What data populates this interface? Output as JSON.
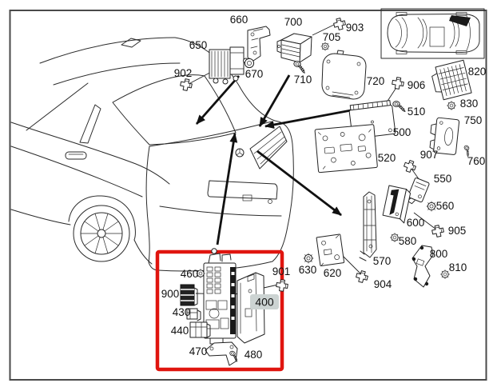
{
  "colors": {
    "background": "#ffffff",
    "frame_border": "#4a4a4a",
    "line": "#222222",
    "red_box": "#e0150f",
    "badge_bg": "#ccd3d2",
    "label": "#111111"
  },
  "parts": {
    "400": "400",
    "430": "430",
    "440": "440",
    "460": "460",
    "470": "470",
    "480": "480",
    "500": "500",
    "510": "510",
    "520": "520",
    "550": "550",
    "560": "560",
    "570": "570",
    "580": "580",
    "600": "600",
    "620": "620",
    "630": "630",
    "650": "650",
    "660": "660",
    "670": "670",
    "700": "700",
    "705": "705",
    "710": "710",
    "720": "720",
    "750": "750",
    "760": "760",
    "800": "800",
    "810": "810",
    "820": "820",
    "830": "830",
    "900": "900",
    "901": "901",
    "902": "902",
    "903": "903",
    "904": "904",
    "905": "905",
    "906": "906",
    "907": "907"
  },
  "highlighted_part": "400"
}
